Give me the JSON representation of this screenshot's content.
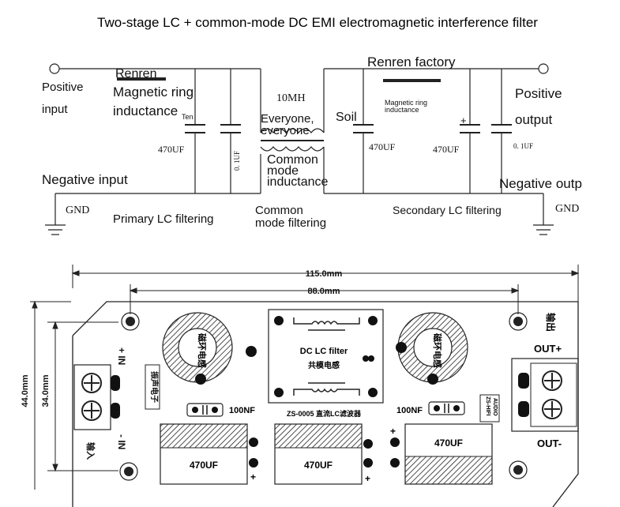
{
  "title": "Two-stage LC + common-mode DC EMI electromagnetic interference filter",
  "schematic": {
    "positive_input": "Positive input",
    "positive_input_l1": "Positive",
    "positive_input_l2": "input",
    "negative_input": "Negative input",
    "gnd_left": "GND",
    "gnd_right": "GND",
    "renren_left": "Renren",
    "ring_inductance_l1": "Magnetic ring",
    "ring_inductance_l2": "inductance",
    "ten": "Ten",
    "cap1": "470UF",
    "cap2": "0. 1UF",
    "mh": "10MH",
    "everyone1": "Everyone,",
    "everyone2": "everyone",
    "cm_l1": "Common",
    "cm_l2": "mode",
    "cm_l3": "inductance",
    "renren_factory": "Renren factory",
    "mag_small1": "Magnetic ring",
    "mag_small2": "inductance",
    "soil": "Soil",
    "cap3": "470UF",
    "cap4": "470UF",
    "cap5": "0. 1UF",
    "plus": "+",
    "positive_output_l1": "Positive",
    "positive_output_l2": "output",
    "negative_output": "Negative outp",
    "primary_lc": "Primary LC filtering",
    "cm_filter_l1": "Common",
    "cm_filter_l2": "mode filtering",
    "secondary_lc": "Secondary LC filtering"
  },
  "board": {
    "dim_total": "115.0mm",
    "dim_inner": "88.0mm",
    "dim_height": "44.0mm",
    "dim_inner_h": "34.0mm",
    "in_plus": "+ IN",
    "in_minus": "- IN",
    "out_plus": "OUT+",
    "out_minus": "OUT-",
    "output_cn": "输出",
    "brand_cn": "振声电子",
    "ring_cn_left": "磁环电感",
    "ring_cn_right": "磁环电感",
    "dc_lc_filter": "DC LC filter",
    "cm_cn": "共模电感",
    "model": "ZS-0005 直流LC滤波器",
    "cap_100nf_left": "100NF",
    "cap_100nf_right": "100NF",
    "input_cn": "输入",
    "cap_470_left": "470UF",
    "cap_470_mid": "470UF",
    "cap_470_right": "470UF",
    "hifi_l1": "ZS-HIFI",
    "hifi_l2": "AUDIO",
    "plus": "+"
  }
}
